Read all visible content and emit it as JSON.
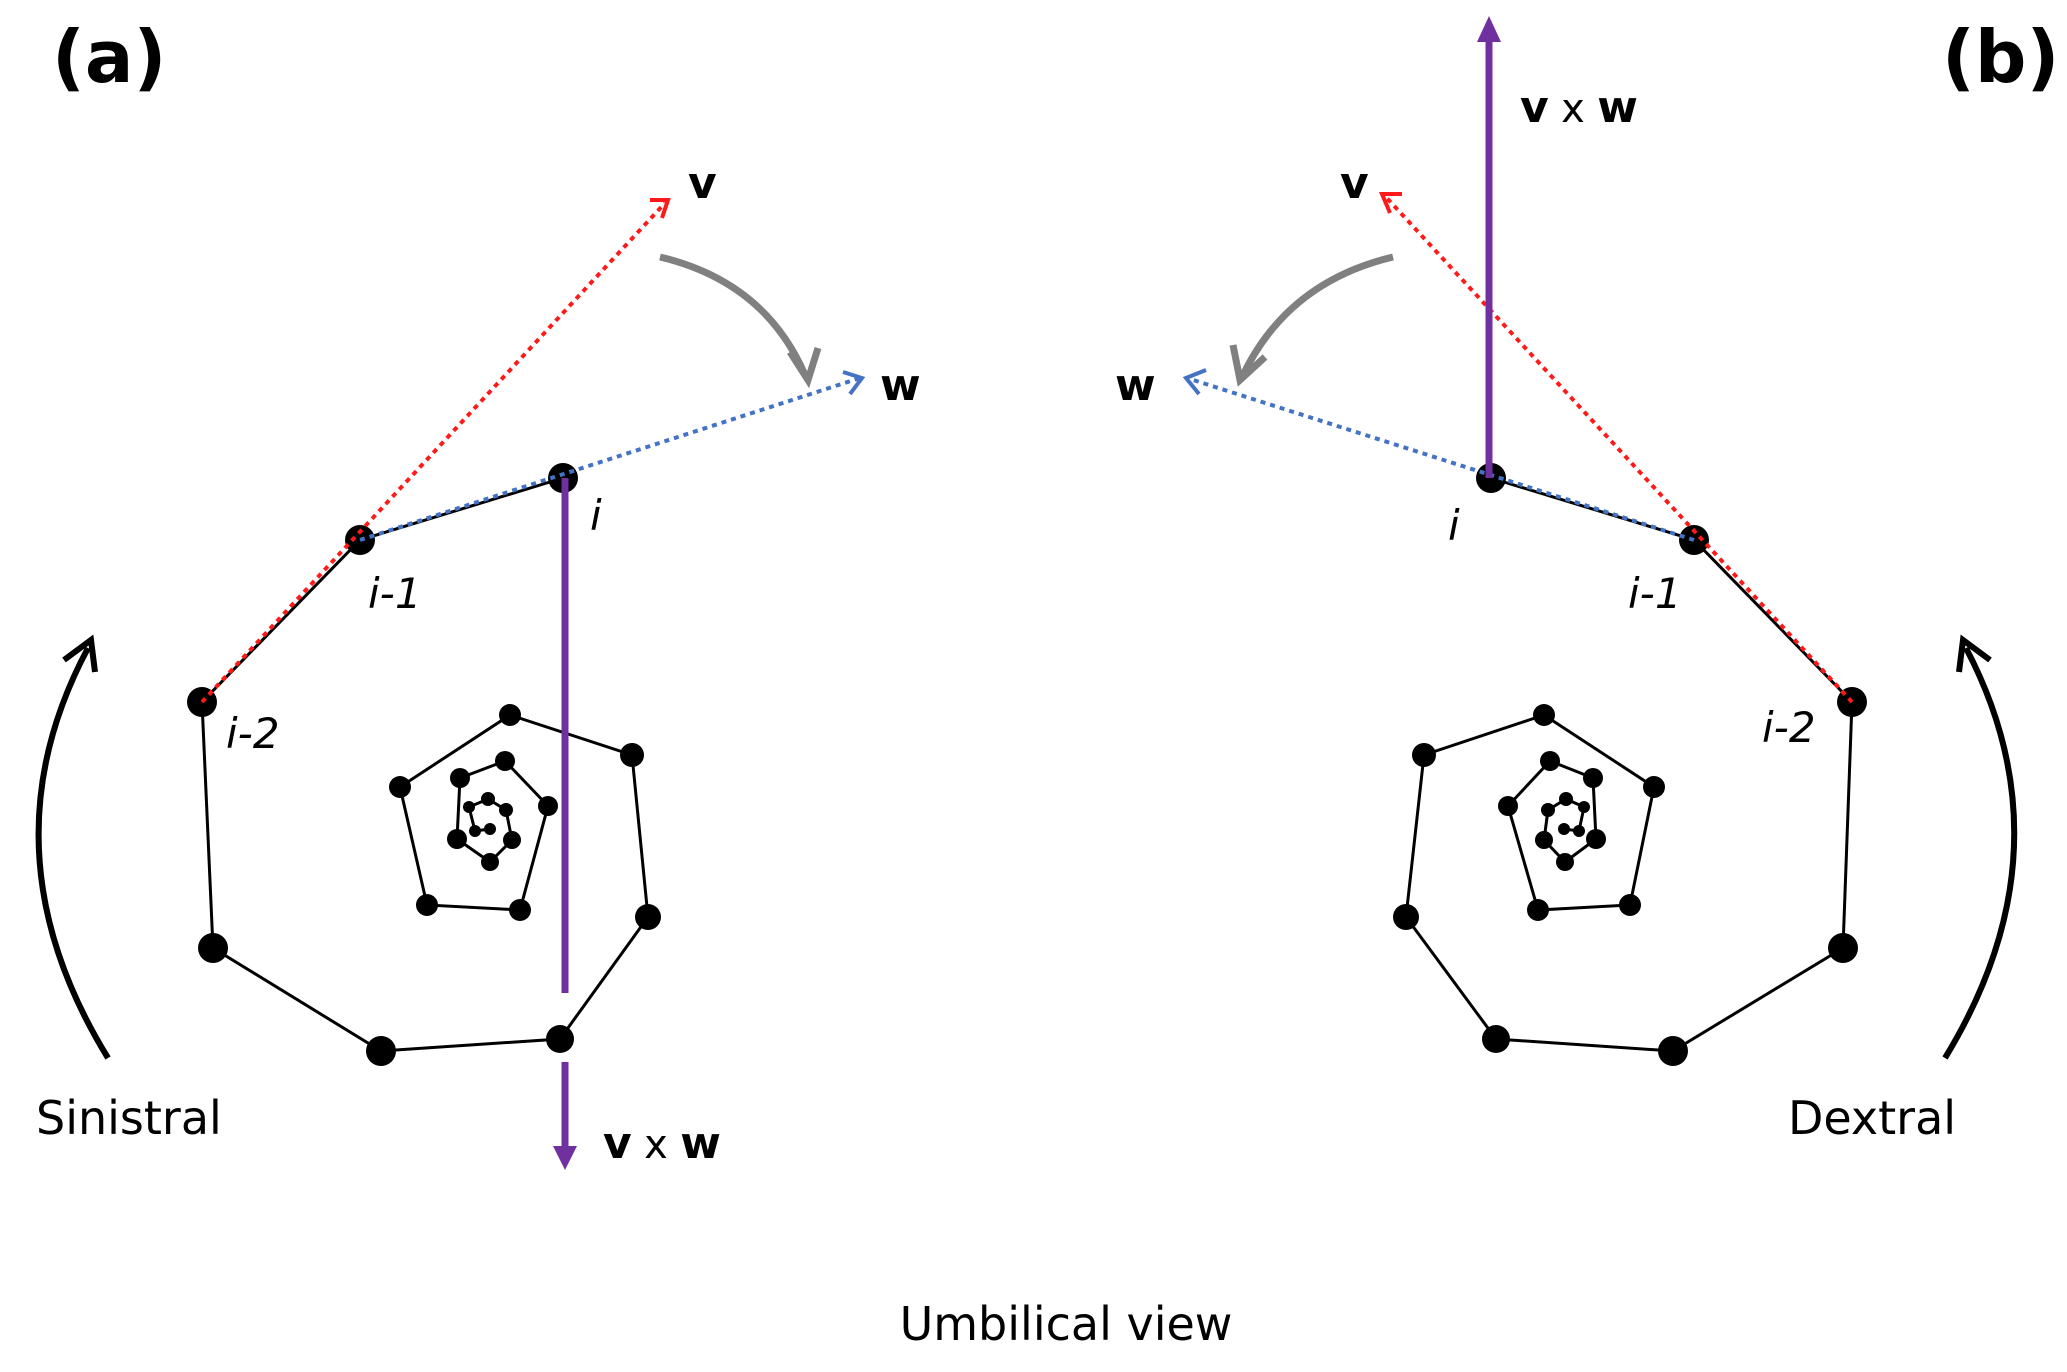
{
  "panels": {
    "a": {
      "label": "(a)",
      "v_label": "v",
      "w_label": "w",
      "cross_v": "v",
      "cross_x": "x",
      "cross_w": "w",
      "i_label": "i",
      "i1_label": "i-1",
      "i2_label": "i-2",
      "direction": "Sinistral"
    },
    "b": {
      "label": "(b)",
      "v_label": "v",
      "w_label": "w",
      "cross_v": "v",
      "cross_x": "x",
      "cross_w": "w",
      "i_label": "i",
      "i1_label": "i-1",
      "i2_label": "i-2",
      "direction": "Dextral"
    }
  },
  "caption": "Umbilical view",
  "colors": {
    "v_vector": "#ff1a1a",
    "w_vector": "#4472c4",
    "cross_product": "#7030a0",
    "rotation_arrow": "#808080",
    "spiral": "#000000"
  }
}
